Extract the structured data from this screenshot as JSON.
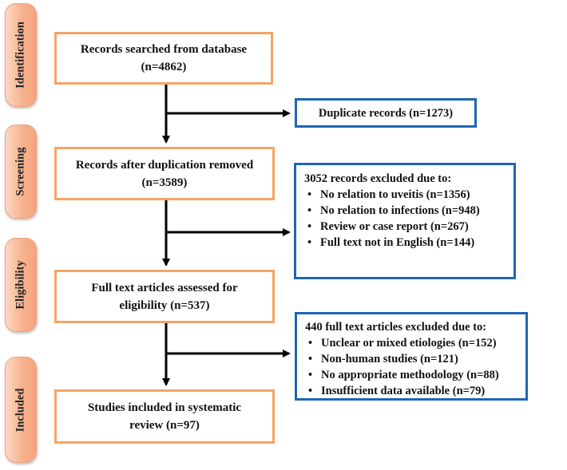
{
  "stages": [
    {
      "key": "identification",
      "label": "Identification"
    },
    {
      "key": "screening",
      "label": "Screening"
    },
    {
      "key": "eligibility",
      "label": "Eligibility"
    },
    {
      "key": "included",
      "label": "Included"
    }
  ],
  "flow_boxes": {
    "records_searched": {
      "line1": "Records searched from database",
      "line2": "(n=4862)"
    },
    "after_duplicates": {
      "line1": "Records after duplication removed",
      "line2": "(n=3589)"
    },
    "full_text_assessed": {
      "line1": "Full text articles assessed for",
      "line2": "eligibility (n=537)"
    },
    "studies_included": {
      "line1": "Studies included in systematic",
      "line2": "review (n=97)"
    }
  },
  "exclusion_boxes": {
    "duplicates": {
      "title": "Duplicate records (n=1273)"
    },
    "screening_excluded": {
      "title": "3052 records excluded due to:",
      "items": [
        "No relation to uveitis (n=1356)",
        "No relation to infections (n=948)",
        "Review or case report (n=267)",
        "Full text not in English (n=144)"
      ]
    },
    "eligibility_excluded": {
      "title": "440 full text articles excluded due to:",
      "items": [
        "Unclear or mixed etiologies (n=152)",
        "Non-human studies (n=121)",
        "No appropriate methodology (n=88)",
        "Insufficient data available (n=79)"
      ]
    }
  },
  "colors": {
    "flow_border": "#f3a467",
    "exclusion_border": "#1f66b2",
    "stage_fill": "#f7b28f",
    "arrow": "#000000"
  }
}
